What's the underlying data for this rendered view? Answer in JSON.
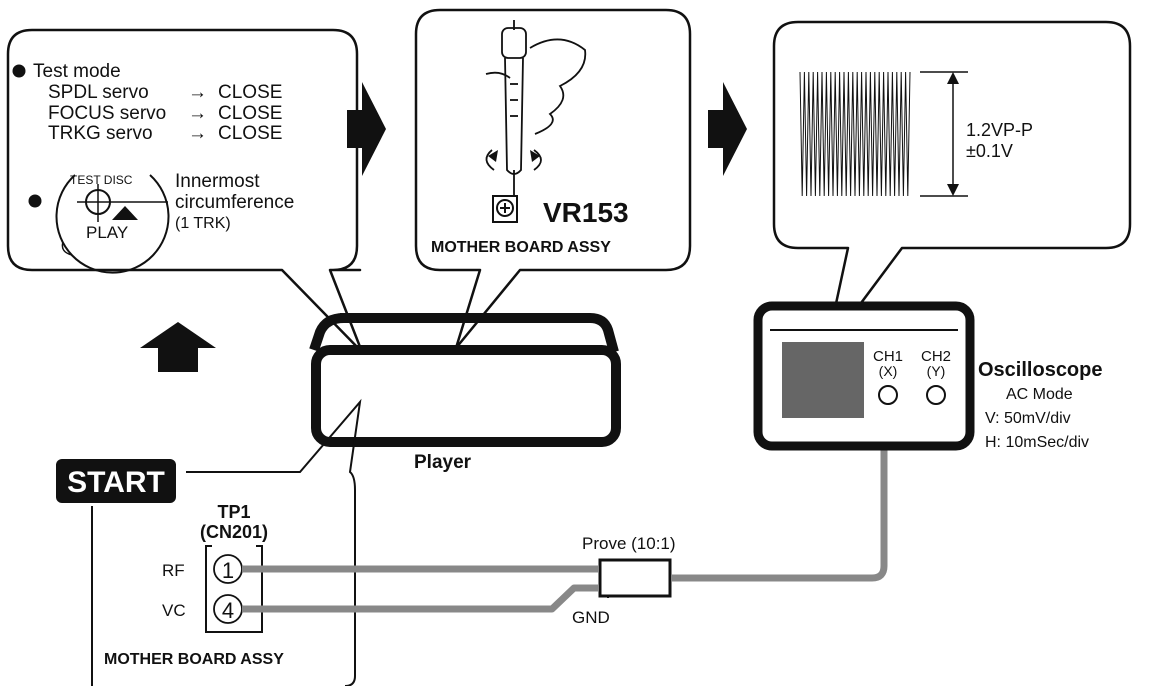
{
  "test_mode": {
    "title": "Test mode",
    "rows": [
      {
        "label": "SPDL servo",
        "arrow": "→",
        "value": "CLOSE"
      },
      {
        "label": "FOCUS servo",
        "arrow": "→",
        "value": "CLOSE"
      },
      {
        "label": "TRKG servo",
        "arrow": "→",
        "value": "CLOSE"
      }
    ],
    "disc_label": "TEST DISC",
    "play_label": "PLAY",
    "position_line1": "Innermost",
    "position_line2": "circumference",
    "position_line3": "(1 TRK)"
  },
  "adjust": {
    "control": "VR153",
    "board": "MOTHER BOARD ASSY"
  },
  "waveform": {
    "amplitude_line1": "1.2VP-P",
    "amplitude_line2": "±0.1V"
  },
  "player": {
    "label": "Player"
  },
  "start": {
    "label": "START"
  },
  "testpoint": {
    "title1": "TP1",
    "title2": "(CN201)",
    "pins": [
      {
        "name": "RF",
        "number": "1"
      },
      {
        "name": "VC",
        "number": "4"
      }
    ],
    "board": "MOTHER BOARD ASSY"
  },
  "probe": {
    "label": "Prove (10:1)",
    "gnd": "GND"
  },
  "oscilloscope": {
    "ch1_line1": "CH1",
    "ch1_line2": "(X)",
    "ch2_line1": "CH2",
    "ch2_line2": "(Y)",
    "title": "Oscilloscope",
    "settings": [
      "AC Mode",
      "V: 50mV/div",
      "H: 10mSec/div"
    ]
  },
  "colors": {
    "ink": "#111111",
    "cable": "#888888",
    "screen": "#666666"
  }
}
